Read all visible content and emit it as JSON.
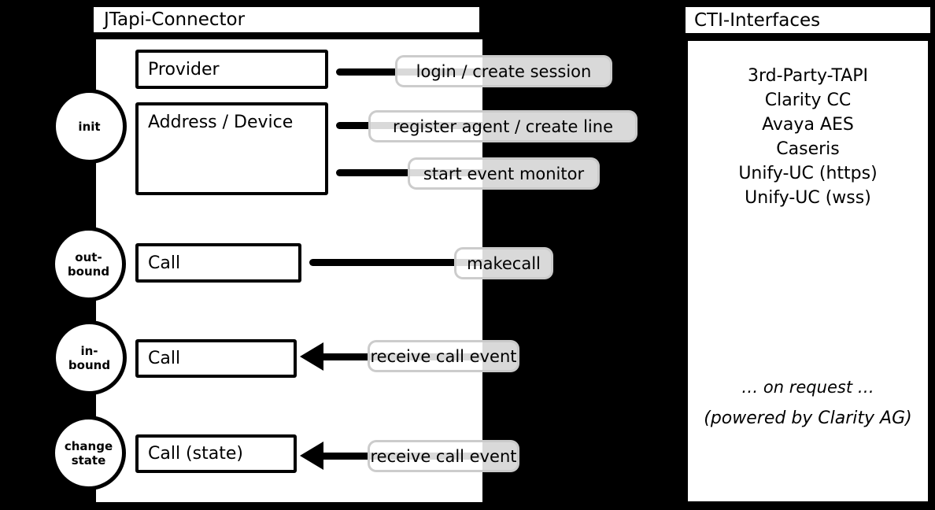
{
  "colors": {
    "background": "#000000",
    "panel_fill": "#ffffff",
    "ink": "#000000",
    "flow_label_border": "#c9c9c9"
  },
  "jtapi": {
    "title": "JTapi-Connector",
    "boxes": {
      "provider": "Provider",
      "address_device": "Address / Device",
      "call_outbound": "Call",
      "call_inbound": "Call",
      "call_state": "Call (state)"
    },
    "phases": {
      "init": "init",
      "outbound": "out-\nbound",
      "inbound": "in-\nbound",
      "change_state": "change\nstate"
    },
    "flow_labels": {
      "login": "login / create session",
      "register": "register agent / create line",
      "monitor": "start event monitor",
      "makecall": "makecall",
      "receive_inbound": "receive call event",
      "receive_state": "receive call event"
    }
  },
  "cti": {
    "title": "CTI-Interfaces",
    "interfaces": [
      "3rd-Party-TAPI",
      "Clarity CC",
      "Avaya AES",
      "Caseris",
      "Unify-UC (https)",
      "Unify-UC (wss)"
    ],
    "note_request": "… on request …",
    "note_powered": "(powered by Clarity AG)"
  }
}
